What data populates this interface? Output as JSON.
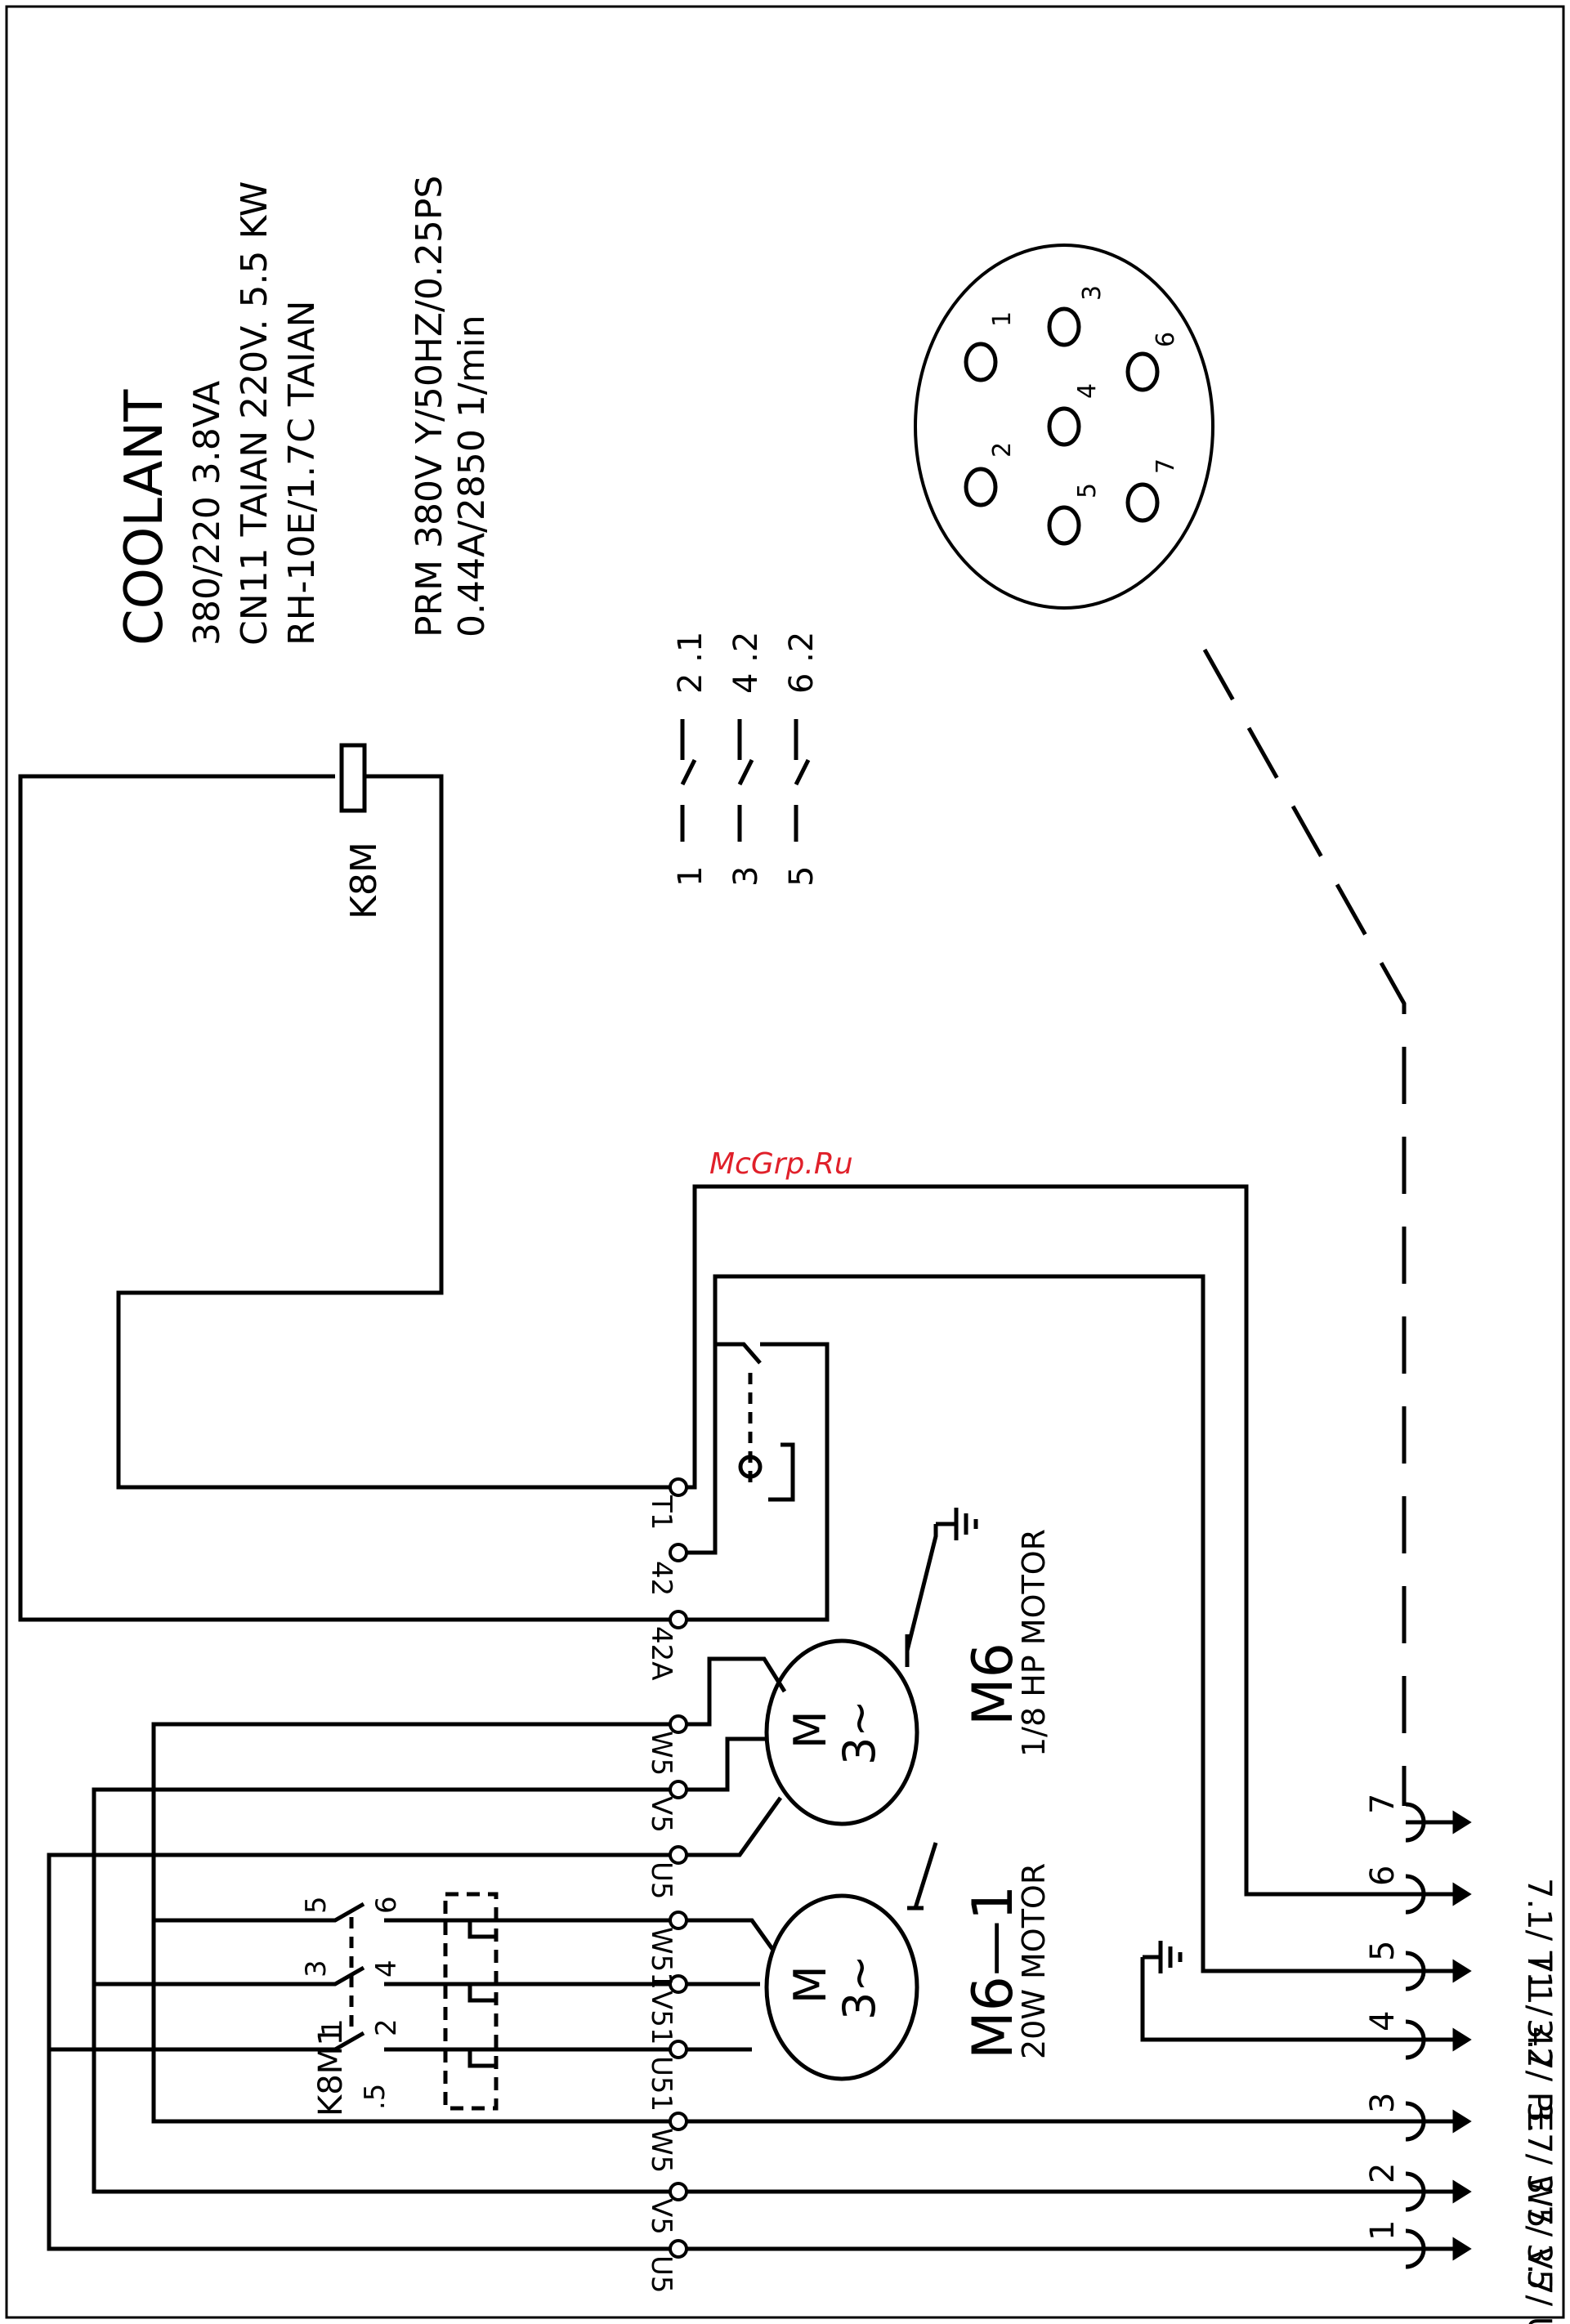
{
  "watermark": "McGrp.Ru",
  "spec": {
    "title": "COOLANT",
    "line1": "380/220 3.8VA",
    "line2": "CN11 TAIAN 220V. 5.5 KW",
    "line3": "RH-10E/1.7C TAIAN",
    "line4": "PRM 380V Y/50HZ/0.25PS",
    "line5": "0.44A/2850 1/min"
  },
  "contact_table": [
    {
      "left": "1",
      "right": "2 .1"
    },
    {
      "left": "3",
      "right": "4 .2"
    },
    {
      "left": "5",
      "right": "6 .2"
    }
  ],
  "connector_pins": [
    "1",
    "2",
    "3",
    "4",
    "5",
    "6",
    "7"
  ],
  "coil_label": "K8M",
  "contactor": {
    "label": "K8M1",
    "sub": ".5",
    "contacts": [
      "1",
      "2",
      "3",
      "4",
      "5",
      "6"
    ]
  },
  "terminals": [
    "T1",
    "42",
    "42A",
    "W5",
    "V5",
    "U5",
    "W51",
    "V51",
    "U51",
    "W5",
    "V5",
    "U5"
  ],
  "motors": [
    {
      "name": "M6",
      "desc": "1/8 HP MOTOR",
      "symbol_top": "M",
      "symbol_bottom": "3~"
    },
    {
      "name": "M6—1",
      "desc": "20W MOTOR",
      "symbol_top": "M",
      "symbol_bottom": "3~"
    }
  ],
  "plug_pins": [
    "1",
    "2",
    "3",
    "4",
    "5",
    "6",
    "7"
  ],
  "cross_refs": [
    "3.7/ U5",
    "3.7/ V5",
    "3.7/ W5",
    "3.7/ PE",
    "7.1/ 42",
    "7.1/ T1"
  ]
}
